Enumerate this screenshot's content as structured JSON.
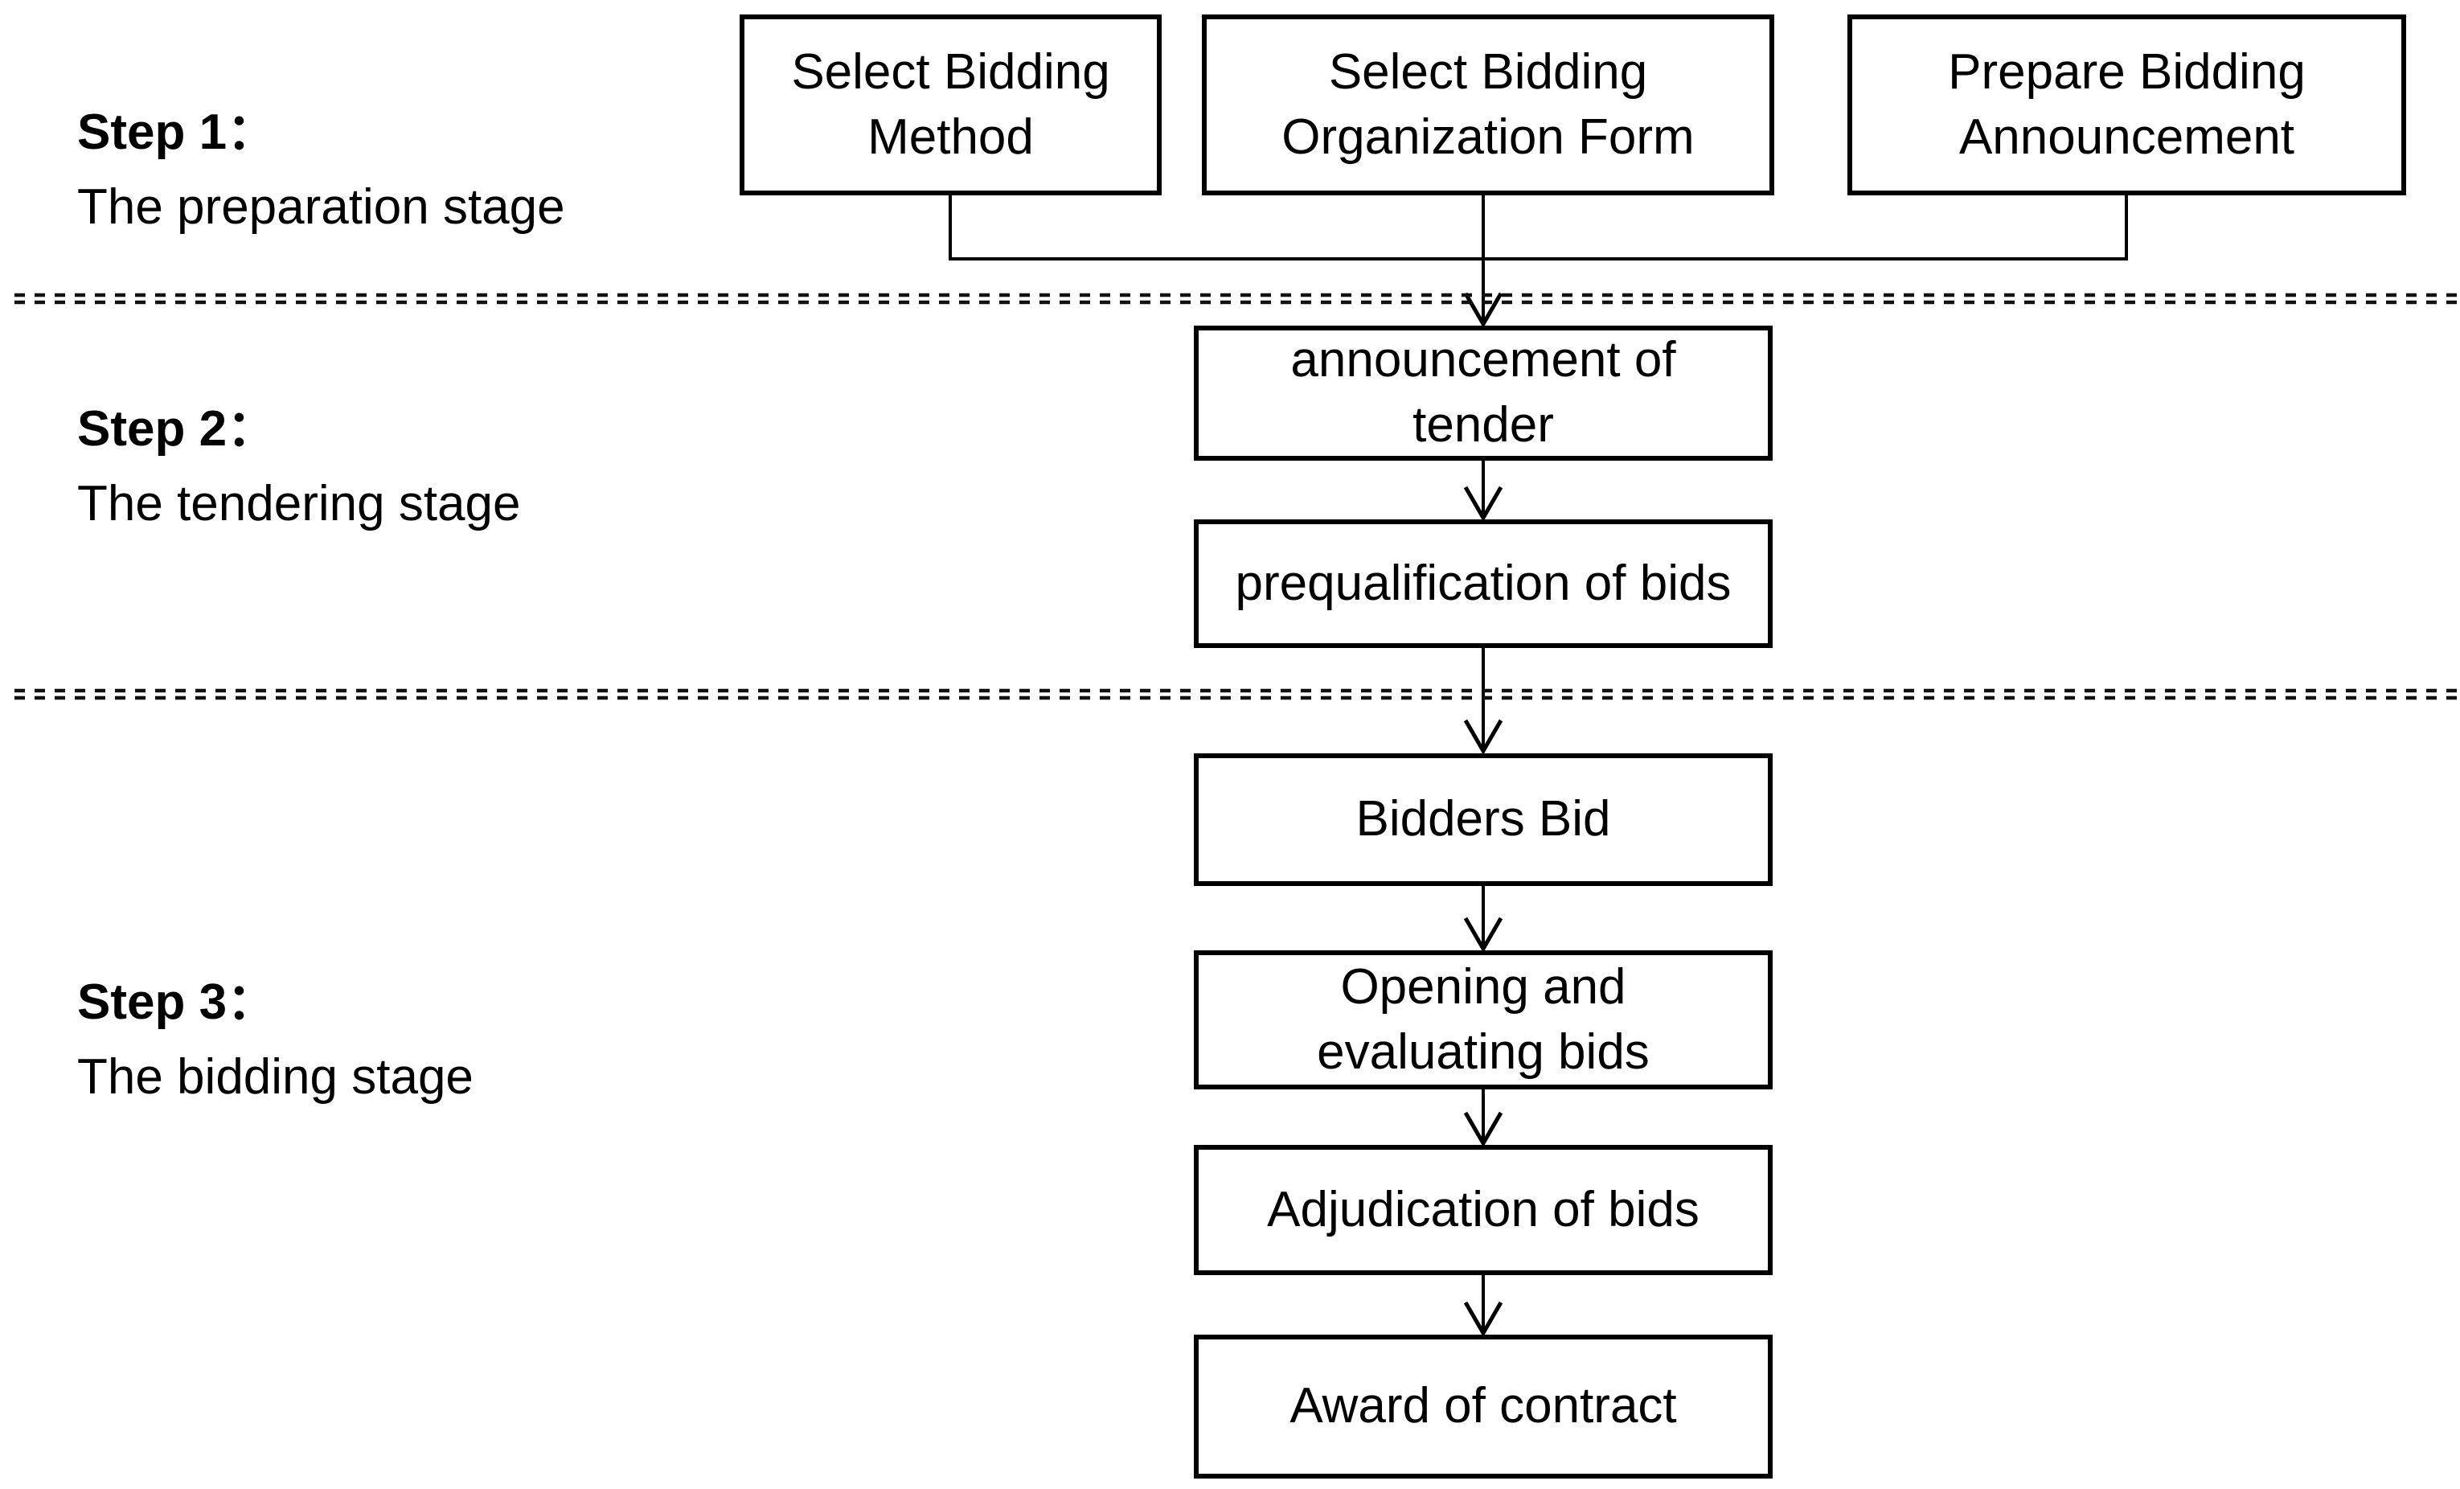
{
  "diagram": {
    "colors": {
      "background": "#ffffff",
      "line": "#000000",
      "text": "#000000"
    },
    "stages": [
      {
        "label": "Step 1：",
        "description": "The preparation stage",
        "boxes": [
          "Select Bidding Method",
          "Select Bidding Organization Form",
          "Prepare Bidding Announcement"
        ]
      },
      {
        "label": "Step 2：",
        "description": "The tendering stage",
        "boxes": [
          "announcement of tender",
          "prequalification of bids"
        ]
      },
      {
        "label": "Step 3：",
        "description": "The bidding stage",
        "boxes": [
          "Bidders Bid",
          "Opening and evaluating bids",
          "Adjudication of bids",
          "Award of contract"
        ]
      }
    ]
  }
}
